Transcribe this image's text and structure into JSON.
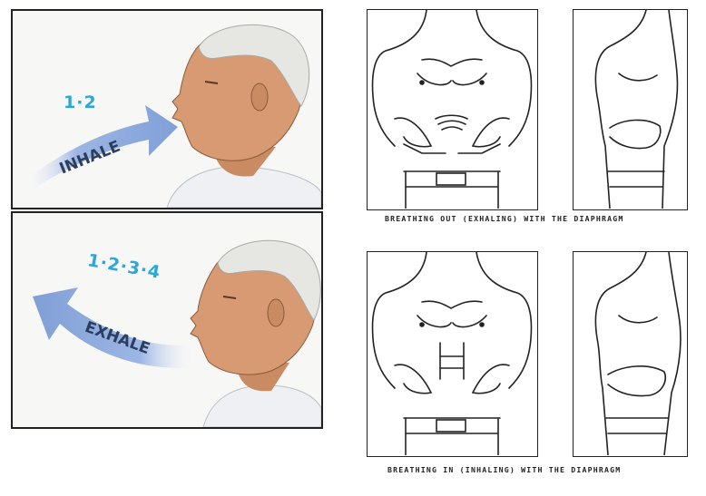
{
  "inhale_panel": {
    "count": "1·2",
    "label": "INHALE"
  },
  "exhale_panel": {
    "count": "1·2·3·4",
    "label": "EXHALE"
  },
  "captions": {
    "exhaling": "BREATHING OUT (EXHALING) WITH THE DIAPHRAGM",
    "inhaling": "BREATHING IN (INHALING) WITH THE DIAPHRAGM"
  },
  "colors": {
    "arrow": "#7f9fd6",
    "count_text": "#2aa8d8",
    "label_text": "#2c3e60",
    "skin": "#d79a72",
    "hair": "#e6e6e3",
    "shirt": "#eef0f3"
  },
  "icons": [
    "inhale-arrow",
    "exhale-arrow",
    "man-head-profile",
    "torso-front",
    "torso-side"
  ]
}
